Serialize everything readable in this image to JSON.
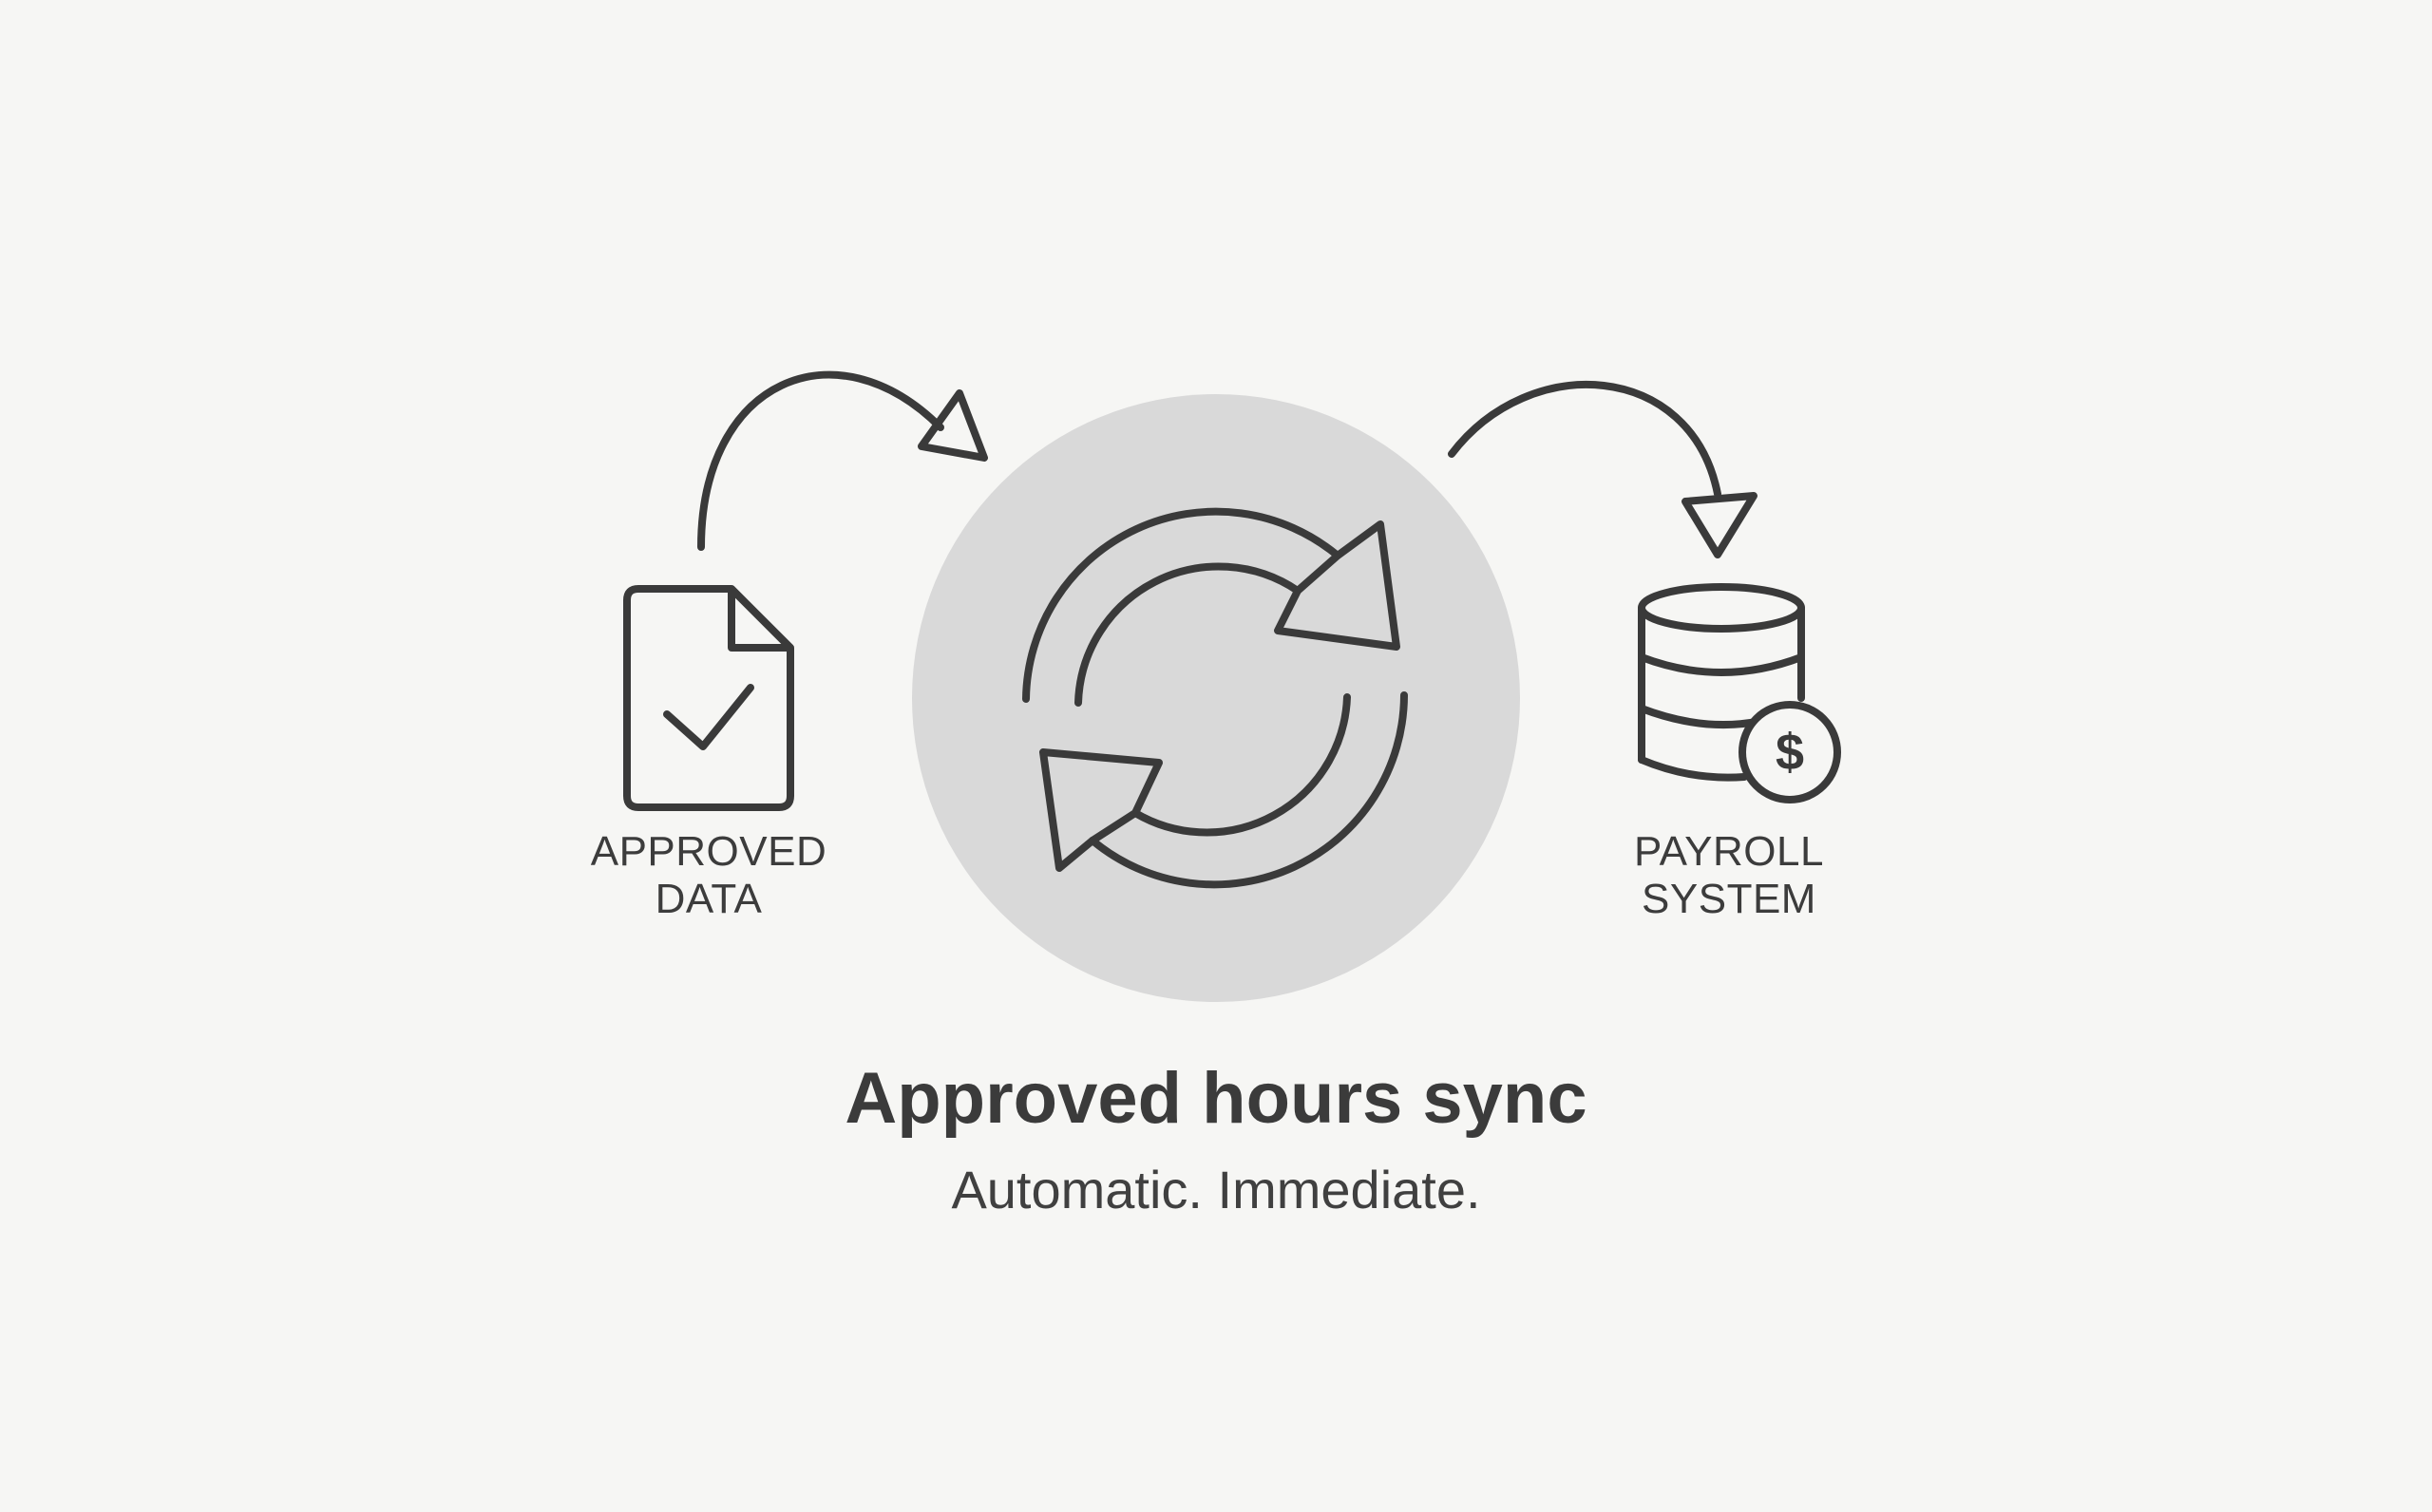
{
  "nodes": {
    "source": {
      "label": "APPROVED\nDATA",
      "icon": "document-check-icon"
    },
    "center": {
      "icon": "sync-icon",
      "circle_color": "#d9d9d9"
    },
    "target": {
      "label": "PAYROLL\nSYSTEM",
      "icon": "database-dollar-icon"
    }
  },
  "edges": [
    {
      "from": "source",
      "to": "center",
      "icon": "curved-arrow-icon"
    },
    {
      "from": "center",
      "to": "target",
      "icon": "curved-arrow-icon"
    }
  ],
  "caption": {
    "title": "Approved hours sync",
    "subtitle": "Automatic. Immediate."
  },
  "colors": {
    "background": "#f6f6f4",
    "stroke": "#3a3a3a",
    "circle": "#d9d9d9"
  }
}
